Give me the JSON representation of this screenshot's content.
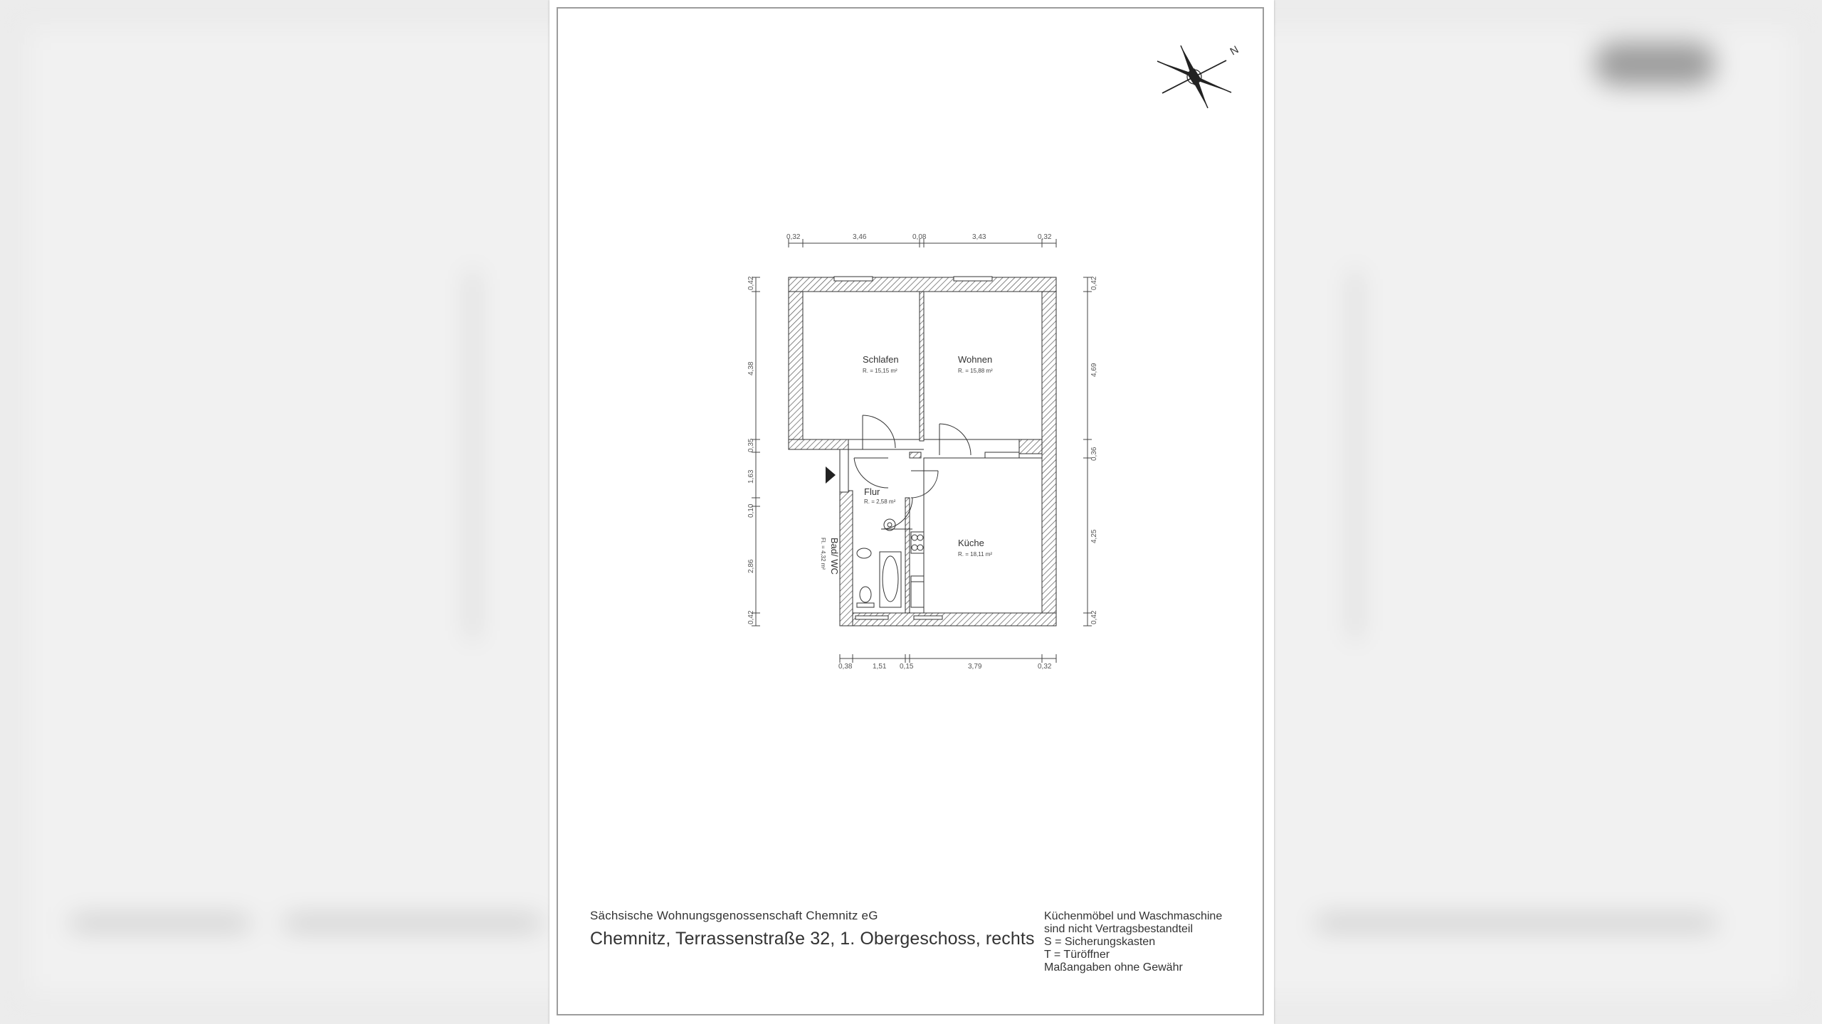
{
  "footer": {
    "organization": "Sächsische Wohnungsgenossenschaft Chemnitz eG",
    "address": "Chemnitz, Terrassenstraße 32, 1. Obergeschoss, rechts",
    "notes": [
      "Küchenmöbel und Waschmaschine",
      "sind nicht Vertragsbestandteil",
      "S = Sicherungskasten",
      "T = Türöffner",
      "Maßangaben ohne Gewähr"
    ]
  },
  "compass": {
    "north_label": "N"
  },
  "rooms": {
    "schlafen": {
      "name": "Schlafen",
      "area": "R. = 15,15 m²"
    },
    "wohnen": {
      "name": "Wohnen",
      "area": "R. = 15,88 m²"
    },
    "flur": {
      "name": "Flur",
      "area": "R. = 2,58 m²"
    },
    "kueche": {
      "name": "Küche",
      "area": "R. = 18,11 m²"
    },
    "bad": {
      "name": "Bad/ WC",
      "area": "Fl. = 4,32 m²"
    }
  },
  "dimensions": {
    "top": [
      "0,32",
      "3,46",
      "0,08",
      "3,43",
      "0,32"
    ],
    "bottom": [
      "0,38",
      "1,51",
      "0,15",
      "3,79",
      "0,32"
    ],
    "left": [
      "0,42",
      "4,38",
      "0,35",
      "1,63",
      "0,10",
      "2,86",
      "0,42"
    ],
    "right": [
      "0,42",
      "4,69",
      "0,36",
      "4,25",
      "0,42"
    ]
  },
  "colors": {
    "page_background": "#ededed",
    "sheet": "#ffffff",
    "frame": "#9c9c9c",
    "lines": "#3a3a3a",
    "text": "#333333"
  }
}
